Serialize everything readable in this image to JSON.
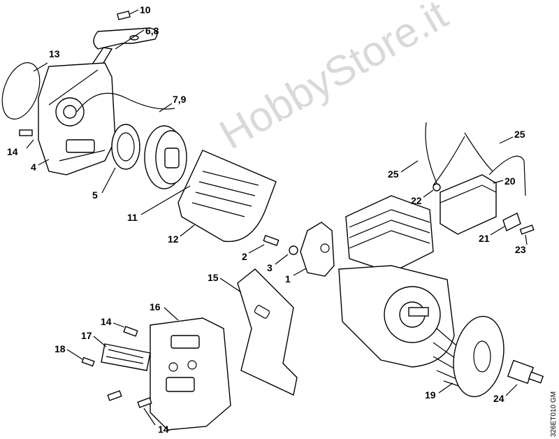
{
  "diagram": {
    "watermark": "HobbyStore.it",
    "drawing_code": "326ET010 GM",
    "labels": [
      {
        "id": "l10",
        "text": "10"
      },
      {
        "id": "l68",
        "text": "6,8"
      },
      {
        "id": "l13",
        "text": "13"
      },
      {
        "id": "l79",
        "text": "7,9"
      },
      {
        "id": "l14a",
        "text": "14"
      },
      {
        "id": "l4",
        "text": "4"
      },
      {
        "id": "l5",
        "text": "5"
      },
      {
        "id": "l11",
        "text": "11"
      },
      {
        "id": "l12",
        "text": "12"
      },
      {
        "id": "l2",
        "text": "2"
      },
      {
        "id": "l3",
        "text": "3"
      },
      {
        "id": "l1",
        "text": "1"
      },
      {
        "id": "l25a",
        "text": "25"
      },
      {
        "id": "l25b",
        "text": "25"
      },
      {
        "id": "l22",
        "text": "22"
      },
      {
        "id": "l20",
        "text": "20"
      },
      {
        "id": "l21",
        "text": "21"
      },
      {
        "id": "l23",
        "text": "23"
      },
      {
        "id": "l15",
        "text": "15"
      },
      {
        "id": "l16",
        "text": "16"
      },
      {
        "id": "l14b",
        "text": "14"
      },
      {
        "id": "l17",
        "text": "17"
      },
      {
        "id": "l18",
        "text": "18"
      },
      {
        "id": "l14c",
        "text": "14"
      },
      {
        "id": "l19",
        "text": "19"
      },
      {
        "id": "l24",
        "text": "24"
      }
    ]
  }
}
